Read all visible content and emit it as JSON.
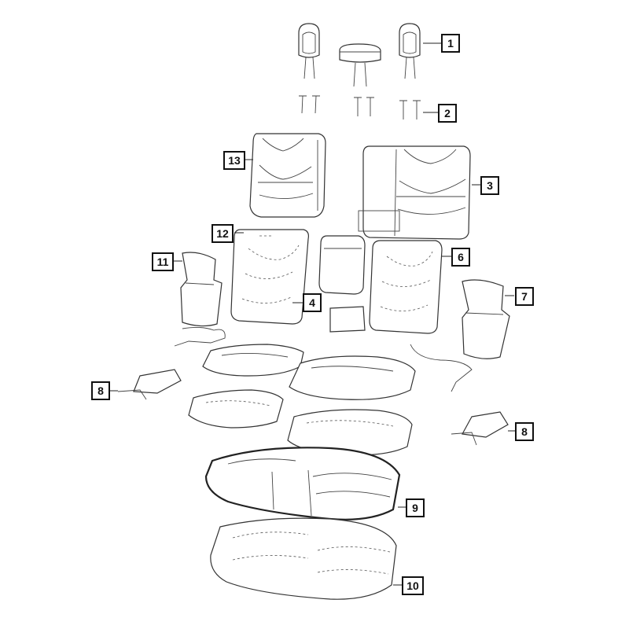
{
  "callouts": {
    "c1": "1",
    "c2": "2",
    "c3": "3",
    "c4": "4",
    "c6": "6",
    "c7": "7",
    "c8a": "8",
    "c8b": "8",
    "c9": "9",
    "c10": "10",
    "c11": "11",
    "c12": "12",
    "c13": "13"
  }
}
